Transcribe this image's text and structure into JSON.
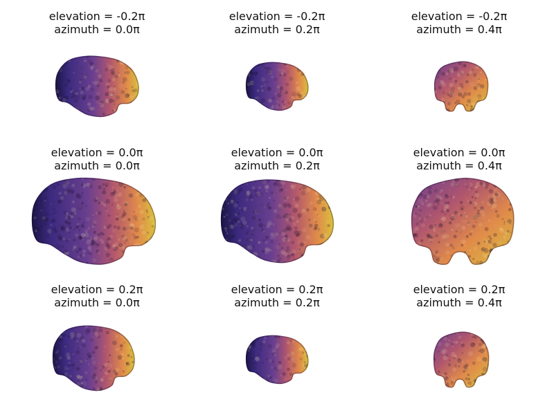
{
  "figure": {
    "panels": [
      {
        "line1": "elevation = -0.2π",
        "line2": "azimuth = 0.0π",
        "view": "side",
        "size": "small"
      },
      {
        "line1": "elevation = -0.2π",
        "line2": "azimuth = 0.2π",
        "view": "oblique",
        "size": "small"
      },
      {
        "line1": "elevation = -0.2π",
        "line2": "azimuth = 0.4π",
        "view": "front",
        "size": "small"
      },
      {
        "line1": "elevation = 0.0π",
        "line2": "azimuth = 0.0π",
        "view": "side",
        "size": "large"
      },
      {
        "line1": "elevation = 0.0π",
        "line2": "azimuth = 0.2π",
        "view": "oblique",
        "size": "large"
      },
      {
        "line1": "elevation = 0.0π",
        "line2": "azimuth = 0.4π",
        "view": "front",
        "size": "large"
      },
      {
        "line1": "elevation = 0.2π",
        "line2": "azimuth = 0.0π",
        "view": "side",
        "size": "small"
      },
      {
        "line1": "elevation = 0.2π",
        "line2": "azimuth = 0.2π",
        "view": "oblique",
        "size": "small"
      },
      {
        "line1": "elevation = 0.2π",
        "line2": "azimuth = 0.4π",
        "view": "front",
        "size": "small"
      }
    ],
    "colormap": [
      "#1b1446",
      "#3b2a7e",
      "#6a3f8f",
      "#b0566e",
      "#e08a4a",
      "#d9c13d"
    ]
  }
}
